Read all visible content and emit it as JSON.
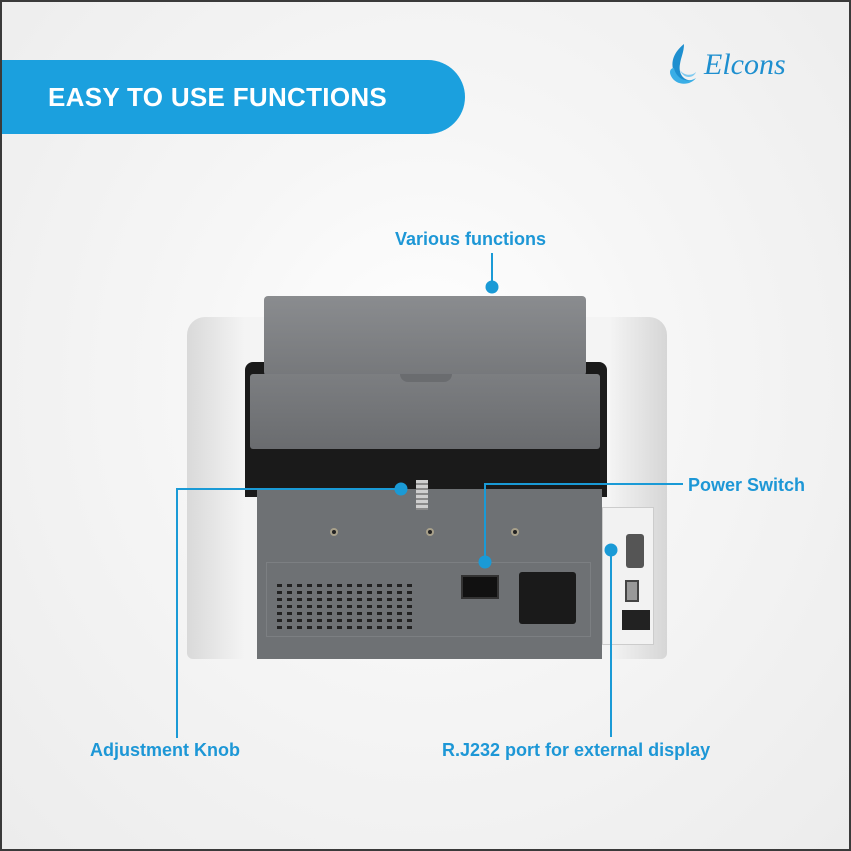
{
  "banner": {
    "title": "EASY TO USE FUNCTIONS"
  },
  "logo": {
    "text": "Elcons",
    "icon": "flame-swirl-icon"
  },
  "callouts": {
    "various_functions": "Various functions",
    "power_switch": "Power Switch",
    "adjustment_knob": "Adjustment Knob",
    "rj232_port": "R.J232 port for external display"
  },
  "colors": {
    "accent": "#1ba0de",
    "body": "#e4e4e4",
    "panel": "#6e7174"
  }
}
